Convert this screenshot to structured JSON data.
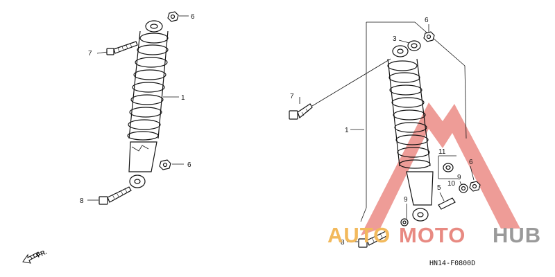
{
  "callouts": {
    "left_assembly": {
      "shock": "1",
      "upper_nut": "6",
      "lower_nut": "6",
      "upper_bolt": "7",
      "lower_bolt": "8"
    },
    "right_assembly": {
      "shock": "1",
      "bushing_upper": "3",
      "nut_top": "6",
      "bolt_upper": "7",
      "bolt_lower": "8",
      "nut_right": "6",
      "collar": "5",
      "washer_left": "9",
      "washer_right": "9",
      "bushing_10": "10",
      "bushing_11": "11"
    }
  },
  "direction_label": "FR.",
  "diagram_code": "HN14-F0800D",
  "watermark": {
    "part1": "AUTO",
    "part2": "MOTO",
    "part3": "HUB"
  },
  "colors": {
    "line": "#111111",
    "watermark_triangle": "#e87b74",
    "watermark_auto": "#f2b95c",
    "watermark_moto": "#e88a82",
    "watermark_hub": "#9a9a9a"
  }
}
